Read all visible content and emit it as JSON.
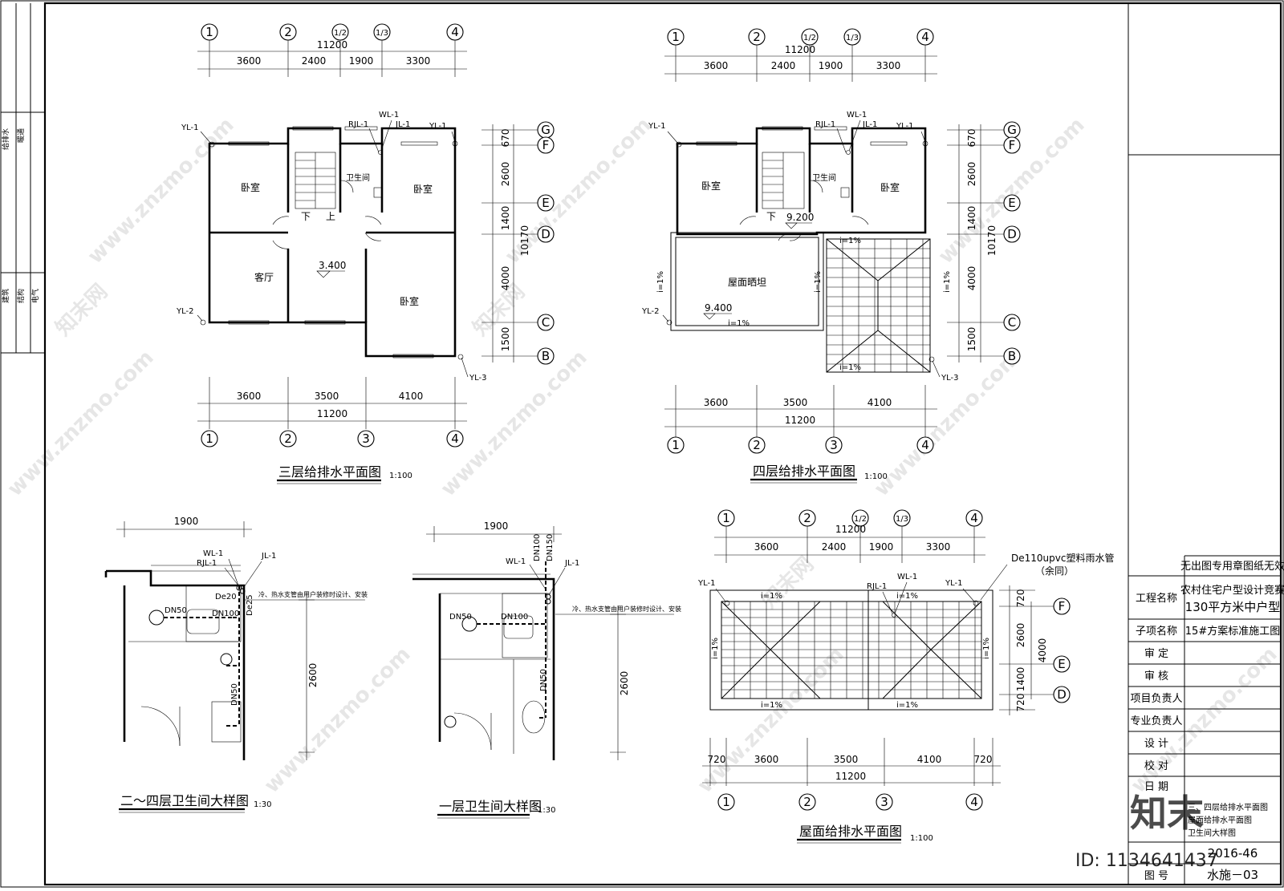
{
  "left_strip": {
    "col1": [
      "给排水",
      "暖通"
    ],
    "col2": [
      "建筑",
      "结构",
      "电气"
    ]
  },
  "plans": {
    "third": {
      "title": "三层给排水平面图",
      "scale": "1:100",
      "top_axes": [
        "1",
        "2",
        "1/2",
        "1/3",
        "4"
      ],
      "top_total": "11200",
      "top_dims": [
        "3600",
        "2400",
        "1900",
        "3300"
      ],
      "bottom_dims": [
        "3600",
        "3500",
        "4100"
      ],
      "bottom_total": "11200",
      "bottom_axes": [
        "1",
        "2",
        "3",
        "4"
      ],
      "right_axes": [
        "G",
        "F",
        "E",
        "D",
        "C",
        "B"
      ],
      "right_dims": [
        "670",
        "2600",
        "1400",
        "4000",
        "1500"
      ],
      "right_total": "10170",
      "rooms": [
        "卧室",
        "卫生间",
        "卧室",
        "客厅",
        "卧室"
      ],
      "stair_labels": [
        "下",
        "上"
      ],
      "elevation": "3.400",
      "pipes": [
        "YL-1",
        "RJL-1",
        "WL-1",
        "JL-1",
        "YL-1",
        "YL-2",
        "YL-3"
      ]
    },
    "fourth": {
      "title": "四层给排水平面图",
      "scale": "1:100",
      "top_axes": [
        "1",
        "2",
        "1/2",
        "1/3",
        "4"
      ],
      "top_total": "11200",
      "top_dims": [
        "3600",
        "2400",
        "1900",
        "3300"
      ],
      "bottom_dims": [
        "3600",
        "3500",
        "4100"
      ],
      "bottom_total": "11200",
      "bottom_axes": [
        "1",
        "2",
        "3",
        "4"
      ],
      "right_axes": [
        "G",
        "F",
        "E",
        "D",
        "C",
        "B"
      ],
      "right_dims": [
        "670",
        "2600",
        "1400",
        "4000",
        "1500"
      ],
      "right_total": "10170",
      "rooms": [
        "卧室",
        "卫生间",
        "卧室",
        "屋面晒坦"
      ],
      "stair_labels": [
        "下"
      ],
      "elevations": [
        "9.200",
        "9.400"
      ],
      "slopes": [
        "i=1%",
        "i=1%",
        "i=1%",
        "i=1%",
        "i=1%",
        "i=1%"
      ],
      "pipes": [
        "YL-1",
        "RJL-1",
        "WL-1",
        "JL-1",
        "YL-1",
        "YL-2",
        "YL-3"
      ]
    },
    "bath24": {
      "title": "二～四层卫生间大样图",
      "scale": "1:30",
      "dim_top": "1900",
      "dim_right": "2600",
      "pipes": [
        "WL-1",
        "RJL-1",
        "JL-1"
      ],
      "labels": [
        "De20",
        "De25",
        "DN50",
        "DN100",
        "DN50"
      ],
      "note": "冷、热水支管由用户装修时设计、安装"
    },
    "bath1": {
      "title": "一层卫生间大样图",
      "scale": "1:30",
      "dim_top": "1900",
      "dim_right": "2600",
      "pipes": [
        "WL-1",
        "JL-1"
      ],
      "labels": [
        "DN100",
        "DN150",
        "DN50",
        "DN100",
        "DN50"
      ],
      "note": "冷、热水支管由用户装修时设计、安装"
    },
    "roof": {
      "title": "屋面给排水平面图",
      "scale": "1:100",
      "top_axes": [
        "1",
        "2",
        "1/2",
        "1/3",
        "4"
      ],
      "top_total": "11200",
      "top_dims": [
        "3600",
        "2400",
        "1900",
        "3300"
      ],
      "bottom_dims": [
        "720",
        "3600",
        "3500",
        "4100",
        "720"
      ],
      "bottom_total": "11200",
      "bottom_axes": [
        "1",
        "2",
        "3",
        "4"
      ],
      "right_axes": [
        "F",
        "E",
        "D"
      ],
      "right_dims": [
        "720",
        "2600",
        "1400",
        "720"
      ],
      "right_total": "4000",
      "pipe_note_1": "De110upvc塑料雨水管",
      "pipe_note_2": "（余同）",
      "pipes": [
        "YL-1",
        "RJL-1",
        "WL-1",
        "YL-1"
      ],
      "slopes": [
        "i=1%",
        "i=1%",
        "i=1%",
        "i=1%",
        "i=1%",
        "i=1%"
      ]
    }
  },
  "title_block": {
    "stamp_note": "无出图专用章图纸无效",
    "project_label": "工程名称",
    "project_value_1": "农村住宅户型设计竞赛",
    "project_value_2": "130平方米中户型",
    "sub_label": "子项名称",
    "sub_value": "15#方案标准施工图",
    "rows": [
      "审 定",
      "审 核",
      "项目负责人",
      "专业负责人",
      "设 计",
      "校 对",
      "日 期"
    ],
    "drawing_name_1": "三、四层给排水平面图",
    "drawing_name_2": "屋面给排水平面图",
    "drawing_name_3": "卫生间大样图",
    "project_no": "2016-46",
    "drawing_no_label": "图 号",
    "drawing_no": "水施－03"
  },
  "watermark": {
    "text": "www.znzmo.com",
    "brand": "知末网",
    "logo": "知末",
    "id": "ID: 1134641437"
  }
}
